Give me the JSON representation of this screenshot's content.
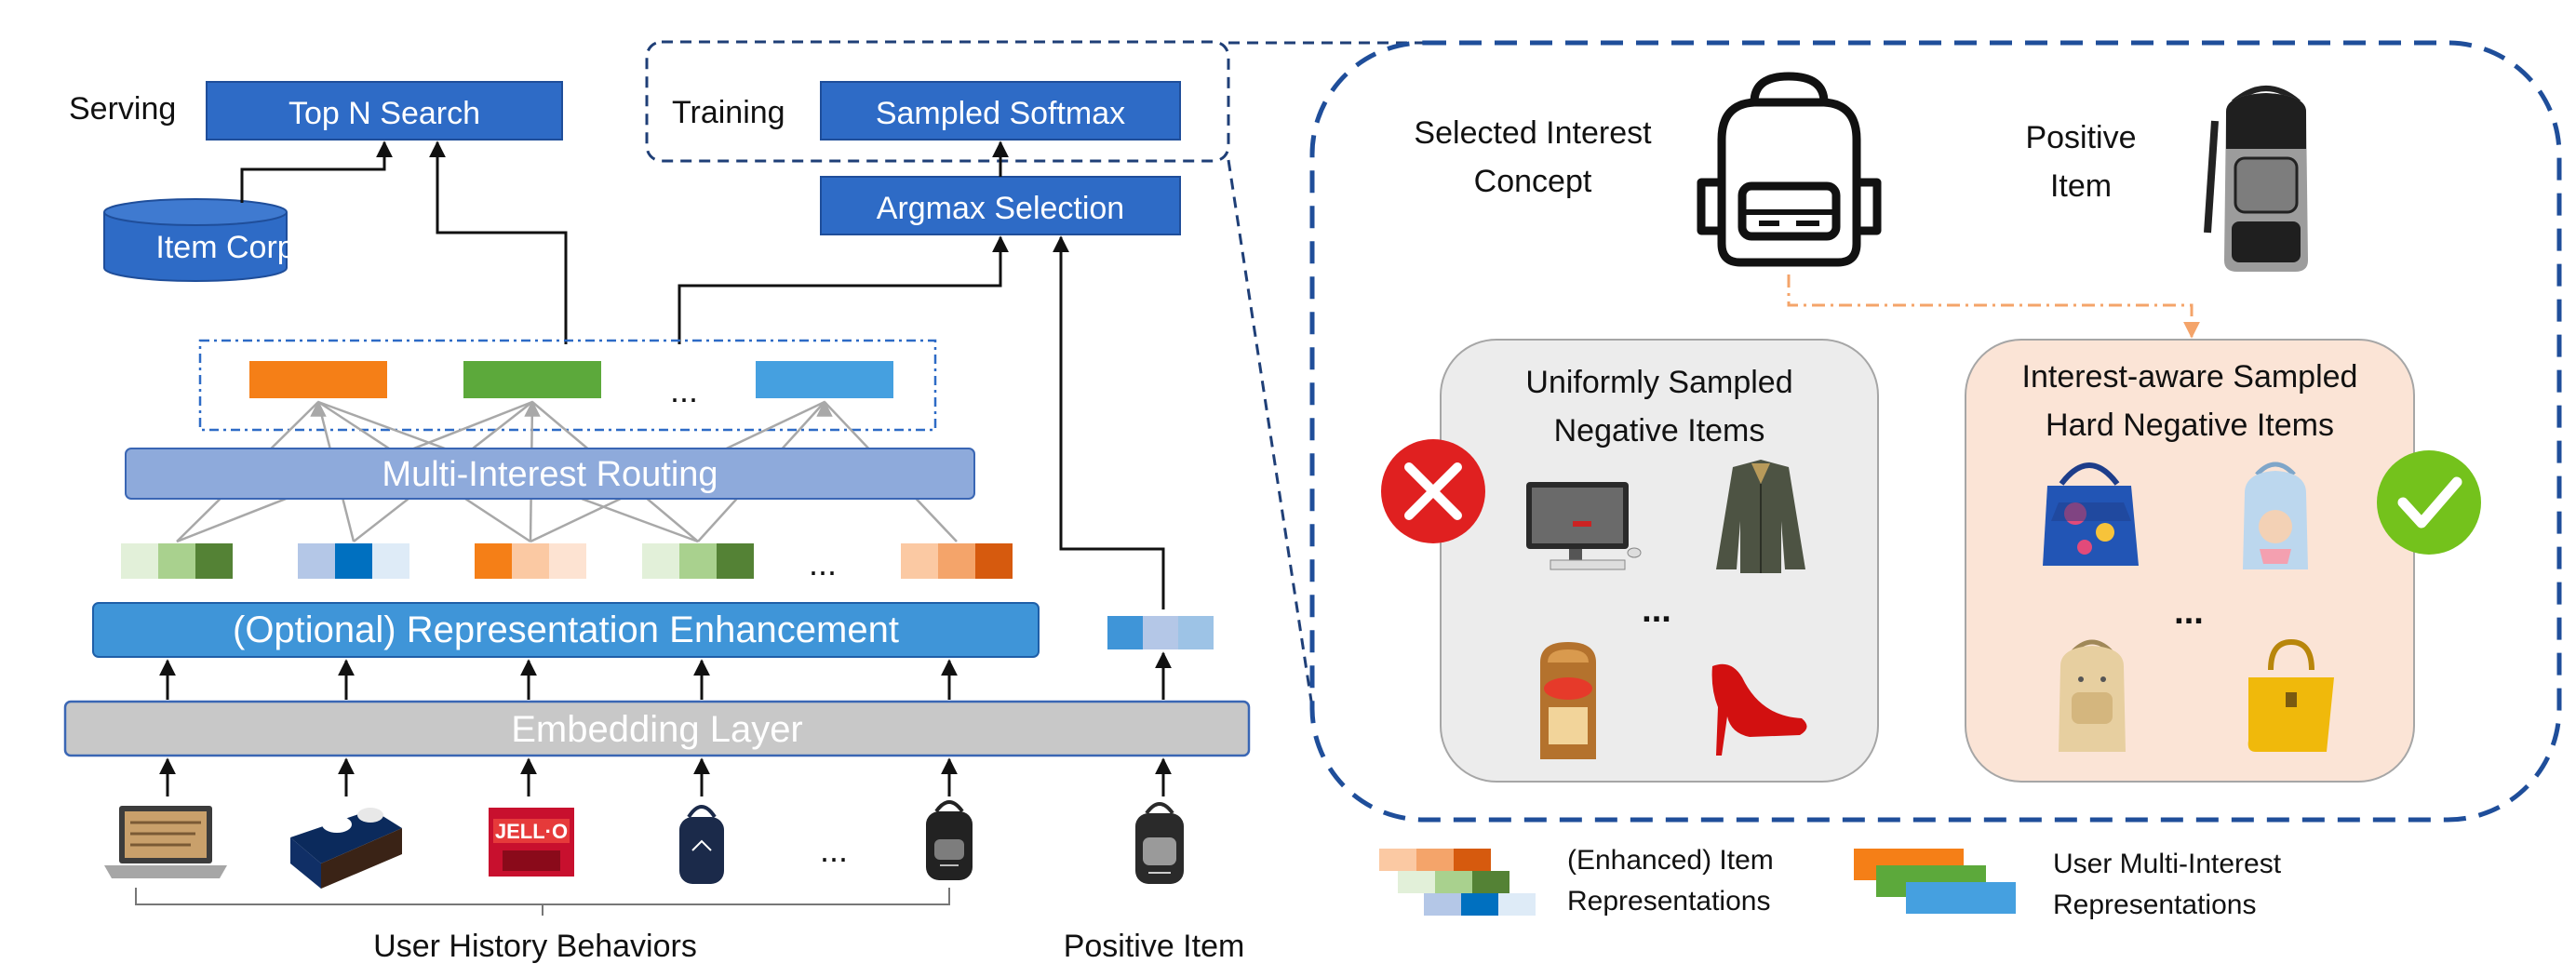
{
  "left": {
    "serving_label": "Serving",
    "top_n_search": "Top N Search",
    "item_corpus": "Item Corpus",
    "training_label": "Training",
    "sampled_softmax": "Sampled Softmax",
    "argmax_selection": "Argmax Selection",
    "interest_ellipsis": "...",
    "multi_interest_routing": "Multi-Interest Routing",
    "rep_ellipsis": "...",
    "representation_enhancement": "(Optional) Representation Enhancement",
    "embedding_layer": "Embedding Layer",
    "items_ellipsis": "...",
    "user_history_behaviors": "User History Behaviors",
    "positive_item": "Positive Item"
  },
  "right": {
    "selected_interest_line1": "Selected Interest",
    "selected_interest_line2": "Concept",
    "positive_item_line1": "Positive",
    "positive_item_line2": "Item",
    "uniform_title_line1": "Uniformly Sampled",
    "uniform_title_line2": "Negative Items",
    "uniform_ellipsis": "...",
    "hard_title_line1": "Interest-aware Sampled",
    "hard_title_line2": "Hard Negative Items",
    "hard_ellipsis": "..."
  },
  "legend": {
    "item_rep_line1": "(Enhanced) Item",
    "item_rep_line2": "Representations",
    "interest_rep_line1": "User Multi-Interest",
    "interest_rep_line2": "Representations"
  },
  "colors": {
    "box_blue": "#2e6bc6",
    "routing_blue": "#8eaadb",
    "enhancement_blue": "#3f95d8",
    "embedding_gray": "#c8c8c8",
    "orange": "#f57f17",
    "green": "#5ca93b",
    "sky": "#45a0e0",
    "dashed_border": "#1f3f77",
    "reject_red": "#e02020",
    "accept_green": "#74c21c",
    "uniform_panel": "#ececec",
    "hard_panel": "#fbe4d6"
  },
  "icons": [
    "laptop-icon",
    "yogurt-icon",
    "jello-icon",
    "backpack-icon",
    "backpack-icon",
    "backpack-icon",
    "backpack-outline-icon",
    "monitor-icon",
    "jacket-icon",
    "bread-icon",
    "high-heel-icon",
    "handbag-icon",
    "backpack-icon",
    "backpack-icon",
    "handbag-icon",
    "cross-icon",
    "check-icon"
  ]
}
